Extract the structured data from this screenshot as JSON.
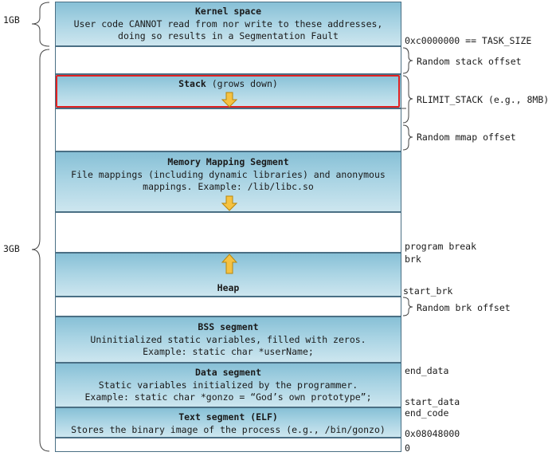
{
  "left_labels": {
    "kernel_size": "1GB",
    "user_size": "3GB"
  },
  "segments": {
    "kernel": {
      "title": "Kernel space",
      "line1": "User code CANNOT read from nor write to these addresses,",
      "line2": "doing so results in a Segmentation Fault"
    },
    "stack": {
      "title": "Stack",
      "suffix": " (grows down)"
    },
    "mmap": {
      "title": "Memory Mapping Segment",
      "line1": "File mappings (including dynamic libraries) and anonymous",
      "line2": "mappings. Example: /lib/libc.so"
    },
    "heap": {
      "title": "Heap"
    },
    "bss": {
      "title": "BSS segment",
      "line1": "Uninitialized static variables, filled with zeros.",
      "line2": "Example: static char *userName;"
    },
    "data": {
      "title": "Data segment",
      "line1": "Static variables initialized by the programmer.",
      "line2": "Example: static char *gonzo = “God’s own prototype”;"
    },
    "text": {
      "title": "Text segment (ELF)",
      "line1": "Stores the binary image of the process (e.g., /bin/gonzo)"
    }
  },
  "right_labels": {
    "task_size": "0xc0000000 == TASK_SIZE",
    "random_stack": "Random stack offset",
    "rlimit": "RLIMIT_STACK (e.g., 8MB)",
    "random_mmap": "Random mmap offset",
    "program_break": "program break",
    "brk": "brk",
    "start_brk": "start_brk",
    "random_brk": "Random brk offset",
    "end_data": "end_data",
    "start_data": "start_data",
    "end_code": "end_code",
    "text_start": "0x08048000",
    "zero": "0"
  },
  "colors": {
    "segment_fill": "#a8d3e3",
    "segment_border": "#4a6f84",
    "highlight": "#e02020",
    "arrow_fill": "#f5c242",
    "arrow_stroke": "#b8860b"
  }
}
